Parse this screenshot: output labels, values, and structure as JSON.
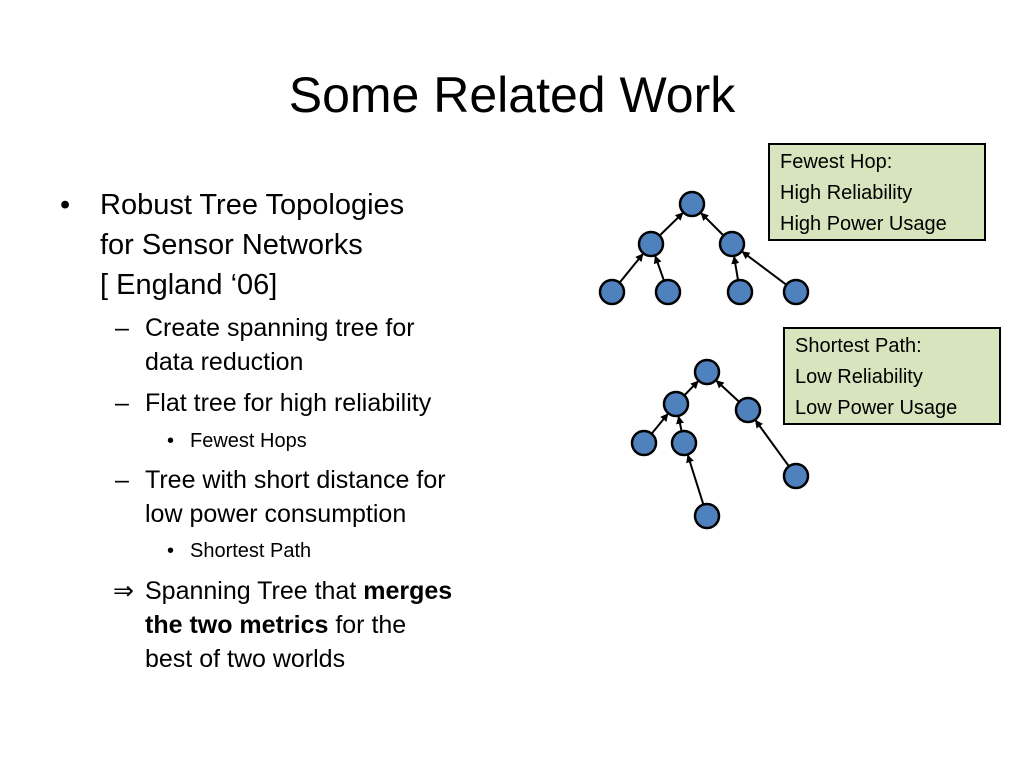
{
  "slide": {
    "title": "Some Related Work",
    "main_bullet": {
      "line1": "Robust Tree Topologies",
      "line2": "for Sensor Networks",
      "line3": "[ England ‘06]"
    },
    "sub1": {
      "line1": "Create spanning tree for",
      "line2": "data reduction"
    },
    "sub2": {
      "line1": "Flat tree for high reliability"
    },
    "sub2_point": "Fewest Hops",
    "sub3": {
      "line1": "Tree with short distance for",
      "line2": "low power consumption"
    },
    "sub3_point": "Shortest Path",
    "conclusion": {
      "arrow": "⇒",
      "text_a": "Spanning Tree that ",
      "bold_a": "merges",
      "bold_b": "the two metrics",
      "text_b": " for the",
      "text_c": "best of two worlds"
    },
    "bullet_glyph": "•",
    "dash_glyph": "–"
  },
  "callouts": {
    "fewest_hop": {
      "line1": "Fewest Hop:",
      "line2": "High Reliability",
      "line3": "High Power Usage",
      "bg": "#d7e4bd"
    },
    "shortest_path": {
      "line1": "Shortest Path:",
      "line2": "Low Reliability",
      "line3": "Low Power Usage",
      "bg": "#d7e4bd"
    }
  },
  "diagram": {
    "node_fill": "#4f81bd",
    "node_stroke": "#000000"
  }
}
